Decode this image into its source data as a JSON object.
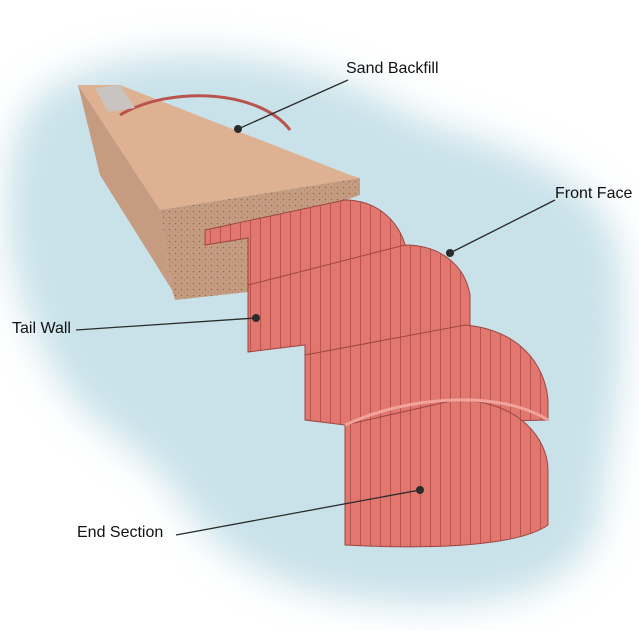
{
  "diagram": {
    "labels": {
      "sand_backfill": "Sand Backfill",
      "front_face": "Front Face",
      "tail_wall": "Tail Wall",
      "end_section": "End Section"
    },
    "colors": {
      "background": "#ffffff",
      "halo": "#c9e2ea",
      "sand_top": "#ddb191",
      "sand_side": "#c59c80",
      "wall": "#e27770",
      "wall_shadow": "#b9534e",
      "wall_top_edge": "#f1a49c",
      "leader_line": "#2b2b2b"
    }
  }
}
